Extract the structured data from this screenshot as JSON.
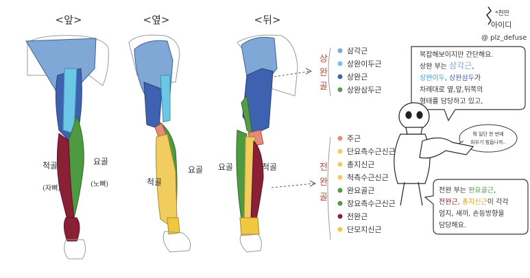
{
  "views": {
    "front": "<앞>",
    "side": "<옆>",
    "back": "<뒤>"
  },
  "author": {
    "line1": "*천만",
    "line2": "아이디",
    "line3": "@ plz_defuse"
  },
  "front_labels": {
    "ulna": "척골",
    "ulna_sub": "(자뼈)",
    "radius": "요골",
    "radius_sub": "(노뼈)"
  },
  "side_labels": {
    "ulna": "척골",
    "radius": "요골"
  },
  "back_labels": {
    "radius": "요골",
    "ulna": "척골"
  },
  "upper_arm": {
    "group_title": "상완골",
    "items": [
      {
        "label": "삼각근",
        "color": "#7fa8d6"
      },
      {
        "label": "상완이두근",
        "color": "#6cc6e6"
      },
      {
        "label": "상완근",
        "color": "#3f62b0"
      },
      {
        "label": "상완삼두근",
        "color": "#5a9a4c"
      }
    ]
  },
  "forearm": {
    "group_title": "전완골",
    "items": [
      {
        "label": "주근",
        "color": "#e88a7a"
      },
      {
        "label": "단요측수근신근",
        "color": "#f0cd5e"
      },
      {
        "label": "총지신근",
        "color": "#f0cd5e"
      },
      {
        "label": "척측수근신근",
        "color": "#f0cd5e"
      },
      {
        "label": "완요골근",
        "color": "#4e9a40"
      },
      {
        "label": "장요측수근신근",
        "color": "#4e9a40"
      },
      {
        "label": "전완근",
        "color": "#8a2036"
      },
      {
        "label": "단모지신근",
        "color": "#f0c840"
      }
    ]
  },
  "bubble_top": {
    "line1": "복잡해보이지만 간단해요.",
    "line2a": "상완 부는 ",
    "line2b": "삼각근",
    "line2c": ",",
    "line3a": "상완이두",
    "line3b": ", ",
    "line3c": "상완삼두",
    "line3d": "가",
    "line4": "차례대로 옆,앞,뒤쪽의",
    "line5": "형태를 담당하고 있고,"
  },
  "bubble_small": {
    "line1": "뭐 일단 한 번에",
    "line2": "외우기 힘듭니까.."
  },
  "bubble_bottom": {
    "line1a": "전완 부는 ",
    "line1b": "완요골근",
    "line1c": ",",
    "line2a": "전완근",
    "line2b": ", ",
    "line2c": "총지신근",
    "line2d": "이 각각",
    "line3": "엄지, 새끼, 손등방향을",
    "line4": "담당해요."
  },
  "colors": {
    "deltoid": "#7fa8d6",
    "biceps": "#6cc6e6",
    "brachialis": "#3f62b0",
    "triceps": "#5a9a4c",
    "anconeus": "#e88a7a",
    "extensor": "#f0cd5e",
    "brachioradialis": "#4e9a40",
    "flexor": "#8a2036",
    "thumb": "#f0c840",
    "group_text": "#b34a3c"
  }
}
